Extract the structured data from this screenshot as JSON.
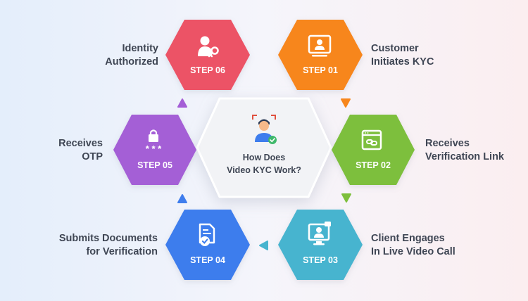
{
  "center": {
    "title_line1": "How Does",
    "title_line2": "Video KYC Work?",
    "icon": "face-scan-verified-icon"
  },
  "steps": [
    {
      "step": "STEP 01",
      "label": "Customer\nInitiates KYC",
      "color": "#f7861c",
      "icon": "tablet-user-icon"
    },
    {
      "step": "STEP 02",
      "label": "Receives\nVerification Link",
      "color": "#7dbf3c",
      "icon": "browser-link-icon"
    },
    {
      "step": "STEP 03",
      "label": "Client Engages\nIn Live Video Call",
      "color": "#46b4cf",
      "icon": "video-call-icon"
    },
    {
      "step": "STEP 04",
      "label": "Submits Documents\nfor Verification",
      "color": "#3e7ded",
      "icon": "document-check-icon"
    },
    {
      "step": "STEP 05",
      "label": "Receives\nOTP",
      "color": "#a45ed6",
      "icon": "lock-password-icon"
    },
    {
      "step": "STEP 06",
      "label": "Identity\nAuthorized",
      "color": "#ec5266",
      "icon": "user-key-icon"
    }
  ],
  "arrows": [
    {
      "from": "STEP 01",
      "to": "STEP 02",
      "color": "#f7861c"
    },
    {
      "from": "STEP 02",
      "to": "STEP 03",
      "color": "#7dbf3c"
    },
    {
      "from": "STEP 03",
      "to": "STEP 04",
      "color": "#46b4cf"
    },
    {
      "from": "STEP 04",
      "to": "STEP 05",
      "color": "#3e7ded"
    },
    {
      "from": "STEP 05",
      "to": "STEP 06",
      "color": "#a45ed6"
    }
  ],
  "colors": {
    "center_fill": "#f2f3f6",
    "label_text": "#3f4654",
    "icon_white": "#ffffff"
  }
}
